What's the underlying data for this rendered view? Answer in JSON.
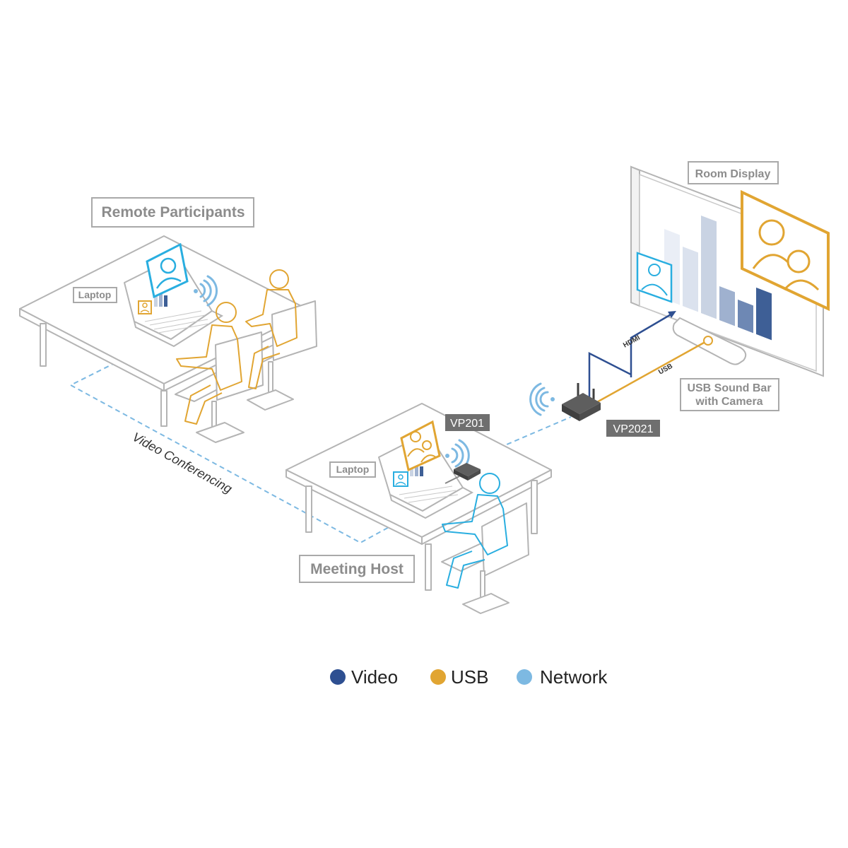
{
  "labels": {
    "remote_participants": "Remote Participants",
    "laptop_remote": "Laptop",
    "laptop_host": "Laptop",
    "meeting_host": "Meeting Host",
    "room_display": "Room Display",
    "sound_bar_line1": "USB Sound Bar",
    "sound_bar_line2": "with Camera",
    "vp201": "VP201",
    "vp2021": "VP2021",
    "video_conferencing": "Video Conferencing",
    "hdmi": "HDMI",
    "usb": "USB"
  },
  "legend": [
    {
      "label": "Video",
      "color": "#2e4f91"
    },
    {
      "label": "USB",
      "color": "#e1a532"
    },
    {
      "label": "Network",
      "color": "#7db9e2"
    }
  ],
  "colors": {
    "video": "#2e4f91",
    "usb": "#e1a532",
    "network": "#7db9e2",
    "remote_screen": "#29aee0",
    "furniture": "#b4b4b4"
  },
  "display_bars": [
    {
      "value": 0.66,
      "color": "#eaeef6"
    },
    {
      "value": 0.56,
      "color": "#dbe2ee"
    },
    {
      "value": 0.92,
      "color": "#c9d3e3"
    },
    {
      "value": 0.32,
      "color": "#9fb1cf"
    },
    {
      "value": 0.26,
      "color": "#6e88b4"
    },
    {
      "value": 0.44,
      "color": "#3e5f96"
    }
  ],
  "icons": {
    "wifi_remote": "wifi-icon",
    "wifi_host": "wifi-icon",
    "wifi_router": "wifi-icon"
  }
}
